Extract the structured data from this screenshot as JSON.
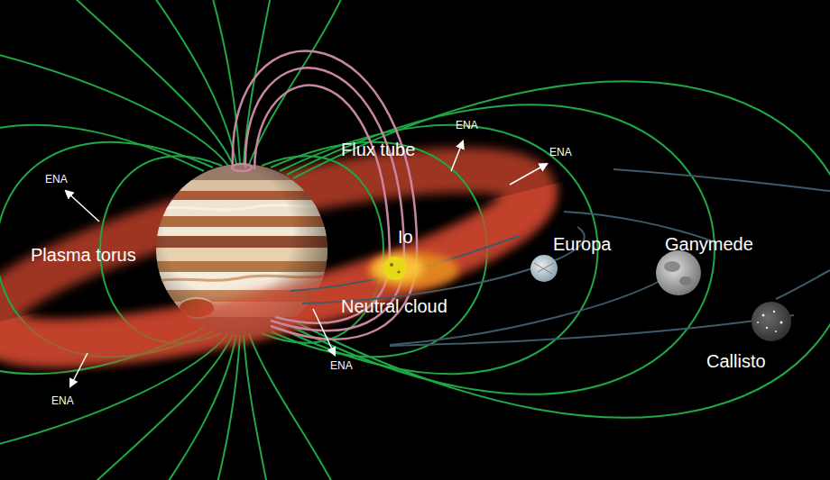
{
  "diagram": {
    "labels": [
      "ENA",
      "Flux tube",
      "ENA",
      "ENA",
      "Io",
      "Europa",
      "Ganymede",
      "Plasma torus",
      "Neutral cloud",
      "Callisto",
      "ENA",
      "ENA"
    ]
  }
}
